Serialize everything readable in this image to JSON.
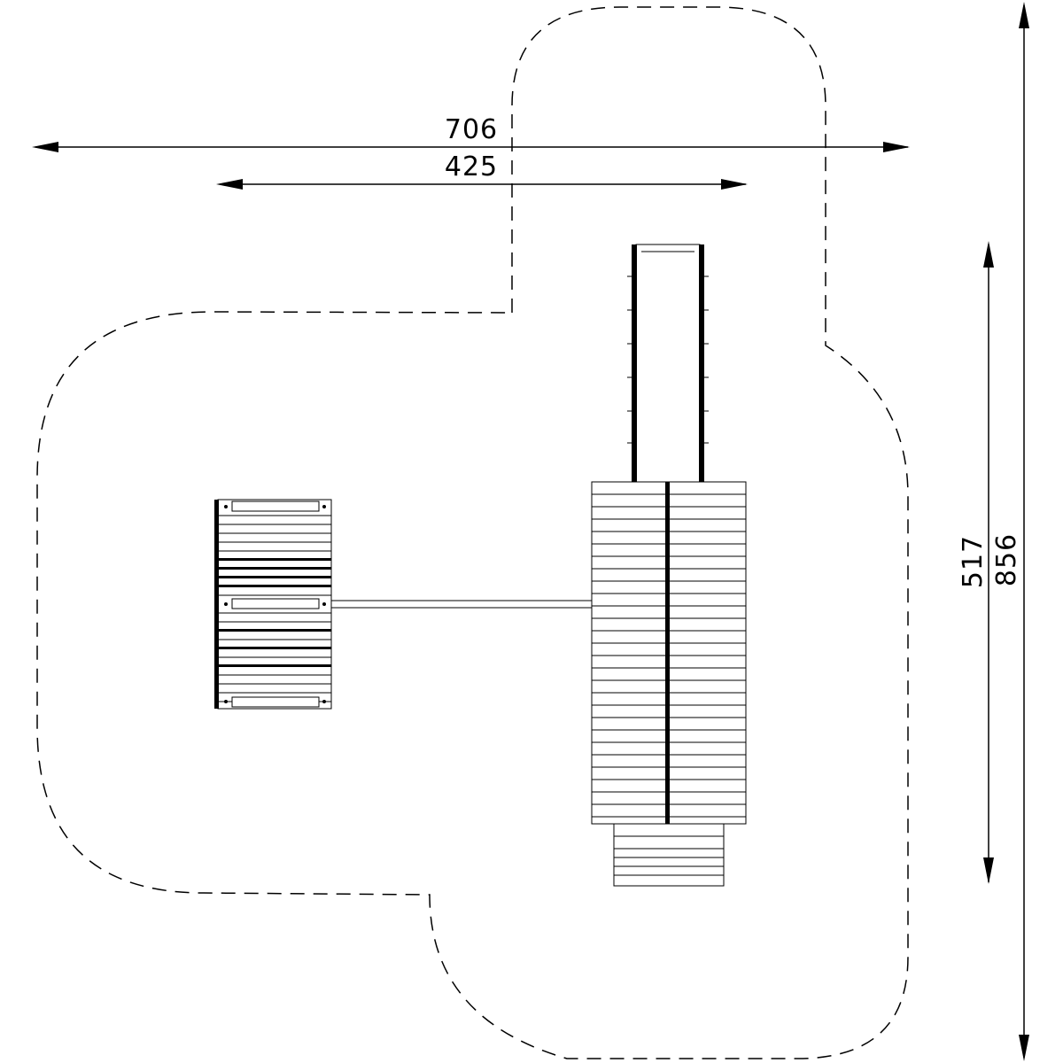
{
  "dimensions": {
    "overall_width": "706",
    "structure_width": "425",
    "structure_length": "517",
    "overall_length": "856"
  },
  "colors": {
    "line": "#000000",
    "background": "#ffffff"
  }
}
